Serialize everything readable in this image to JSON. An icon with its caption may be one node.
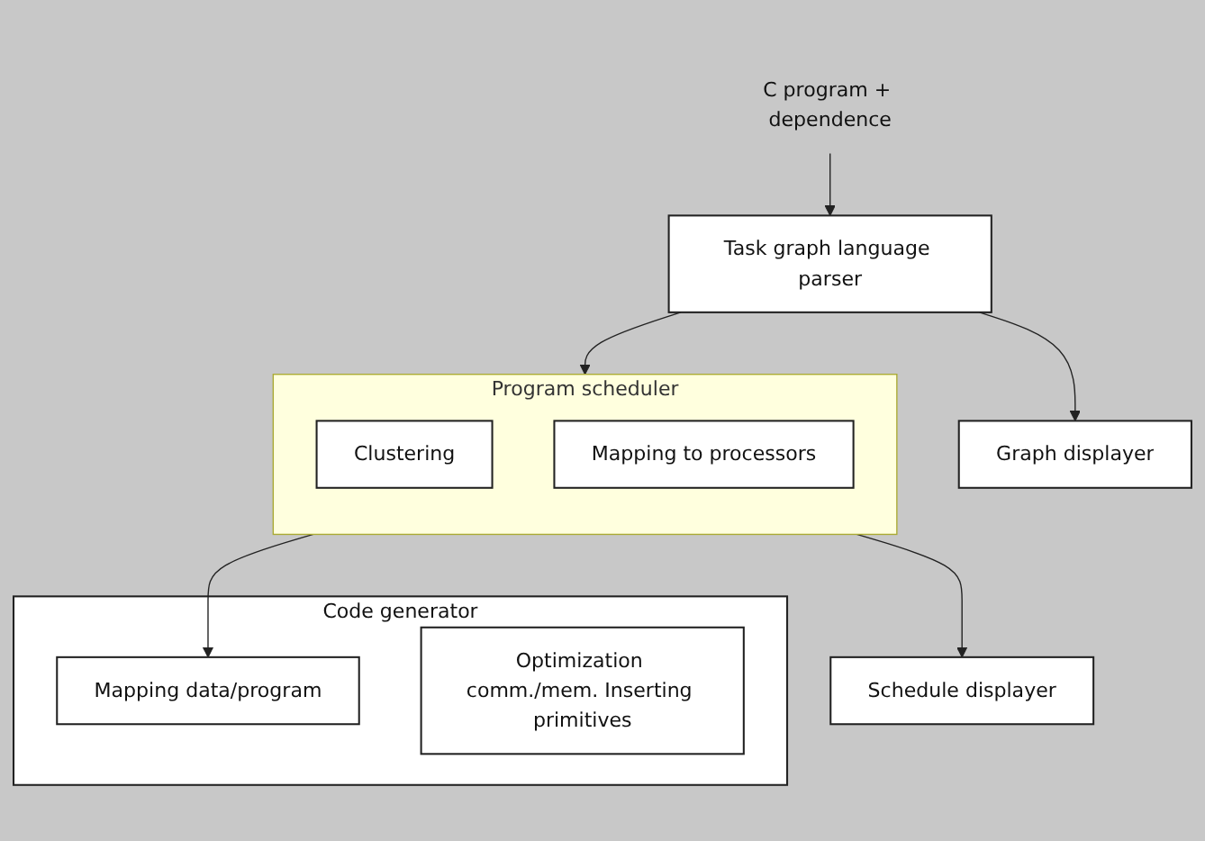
{
  "diagram": {
    "nodes": [
      {
        "text": [
          "C program + dependence"
        ]
      },
      {
        "text": [
          "Task graph language parser"
        ]
      },
      {
        "text": [
          "Graph displayer"
        ]
      },
      {
        "text": [
          "Program scheduler"
        ]
      },
      {
        "text": [
          "Clustering"
        ],
        "in": 3
      },
      {
        "text": [
          "Mapping to processors"
        ],
        "in": 3
      },
      {
        "text": [
          "Schedule displayer"
        ]
      },
      {
        "text": [
          "Code generator"
        ]
      },
      {
        "text": [
          "Mapping data/program"
        ],
        "in": 7
      },
      {
        "text": [
          "Optimization comm./mem. Inserting primitives"
        ],
        "in": 7
      }
    ],
    "edges": [
      {
        "from": 0,
        "to": 1,
        "arrow": "to"
      },
      {
        "from": 1,
        "to": 2,
        "arrow": "to"
      },
      {
        "from": 1,
        "to": 3,
        "arrow": "to"
      },
      {
        "from": 3,
        "to": 6,
        "arrow": "to"
      },
      {
        "from": 3,
        "to": 8,
        "arrow": "to"
      }
    ]
  }
}
